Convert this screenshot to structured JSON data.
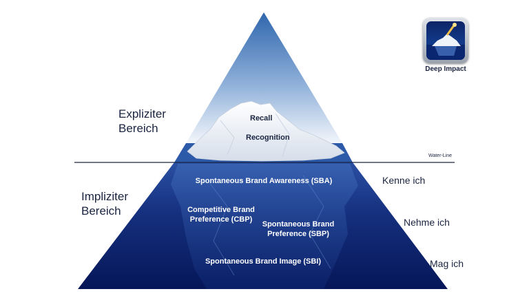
{
  "zones": {
    "explicit": "Expliziter\nBereich",
    "explicit_line1": "Expliziter",
    "explicit_line2": "Bereich",
    "implicit_line1": "Impliziter",
    "implicit_line2": "Bereich"
  },
  "iceberg": {
    "recall": "Recall",
    "recognition": "Recognition"
  },
  "underwater": {
    "sba": "Spontaneous Brand Awareness (SBA)",
    "cbp_line1": "Competitive Brand",
    "cbp_line2": "Preference (CBP)",
    "sbp_line1": "Spontaneous Brand",
    "sbp_line2": "Preference (SBP)",
    "sbi": "Spontaneous Brand Image (SBI)"
  },
  "side_labels": {
    "kenne": "Kenne ich",
    "nehme": "Nehme ich",
    "mag": "Mag ich"
  },
  "waterline_label": "Water-Line",
  "logo": {
    "caption": "Deep Impact",
    "icon": "iceberg-app-icon"
  },
  "colors": {
    "sky_top": "#3a6fb0",
    "sky_bottom": "#eef3fa",
    "deep_top": "#2a4a9c",
    "deep_bottom": "#071a5a",
    "text_dark": "#1a2440"
  }
}
